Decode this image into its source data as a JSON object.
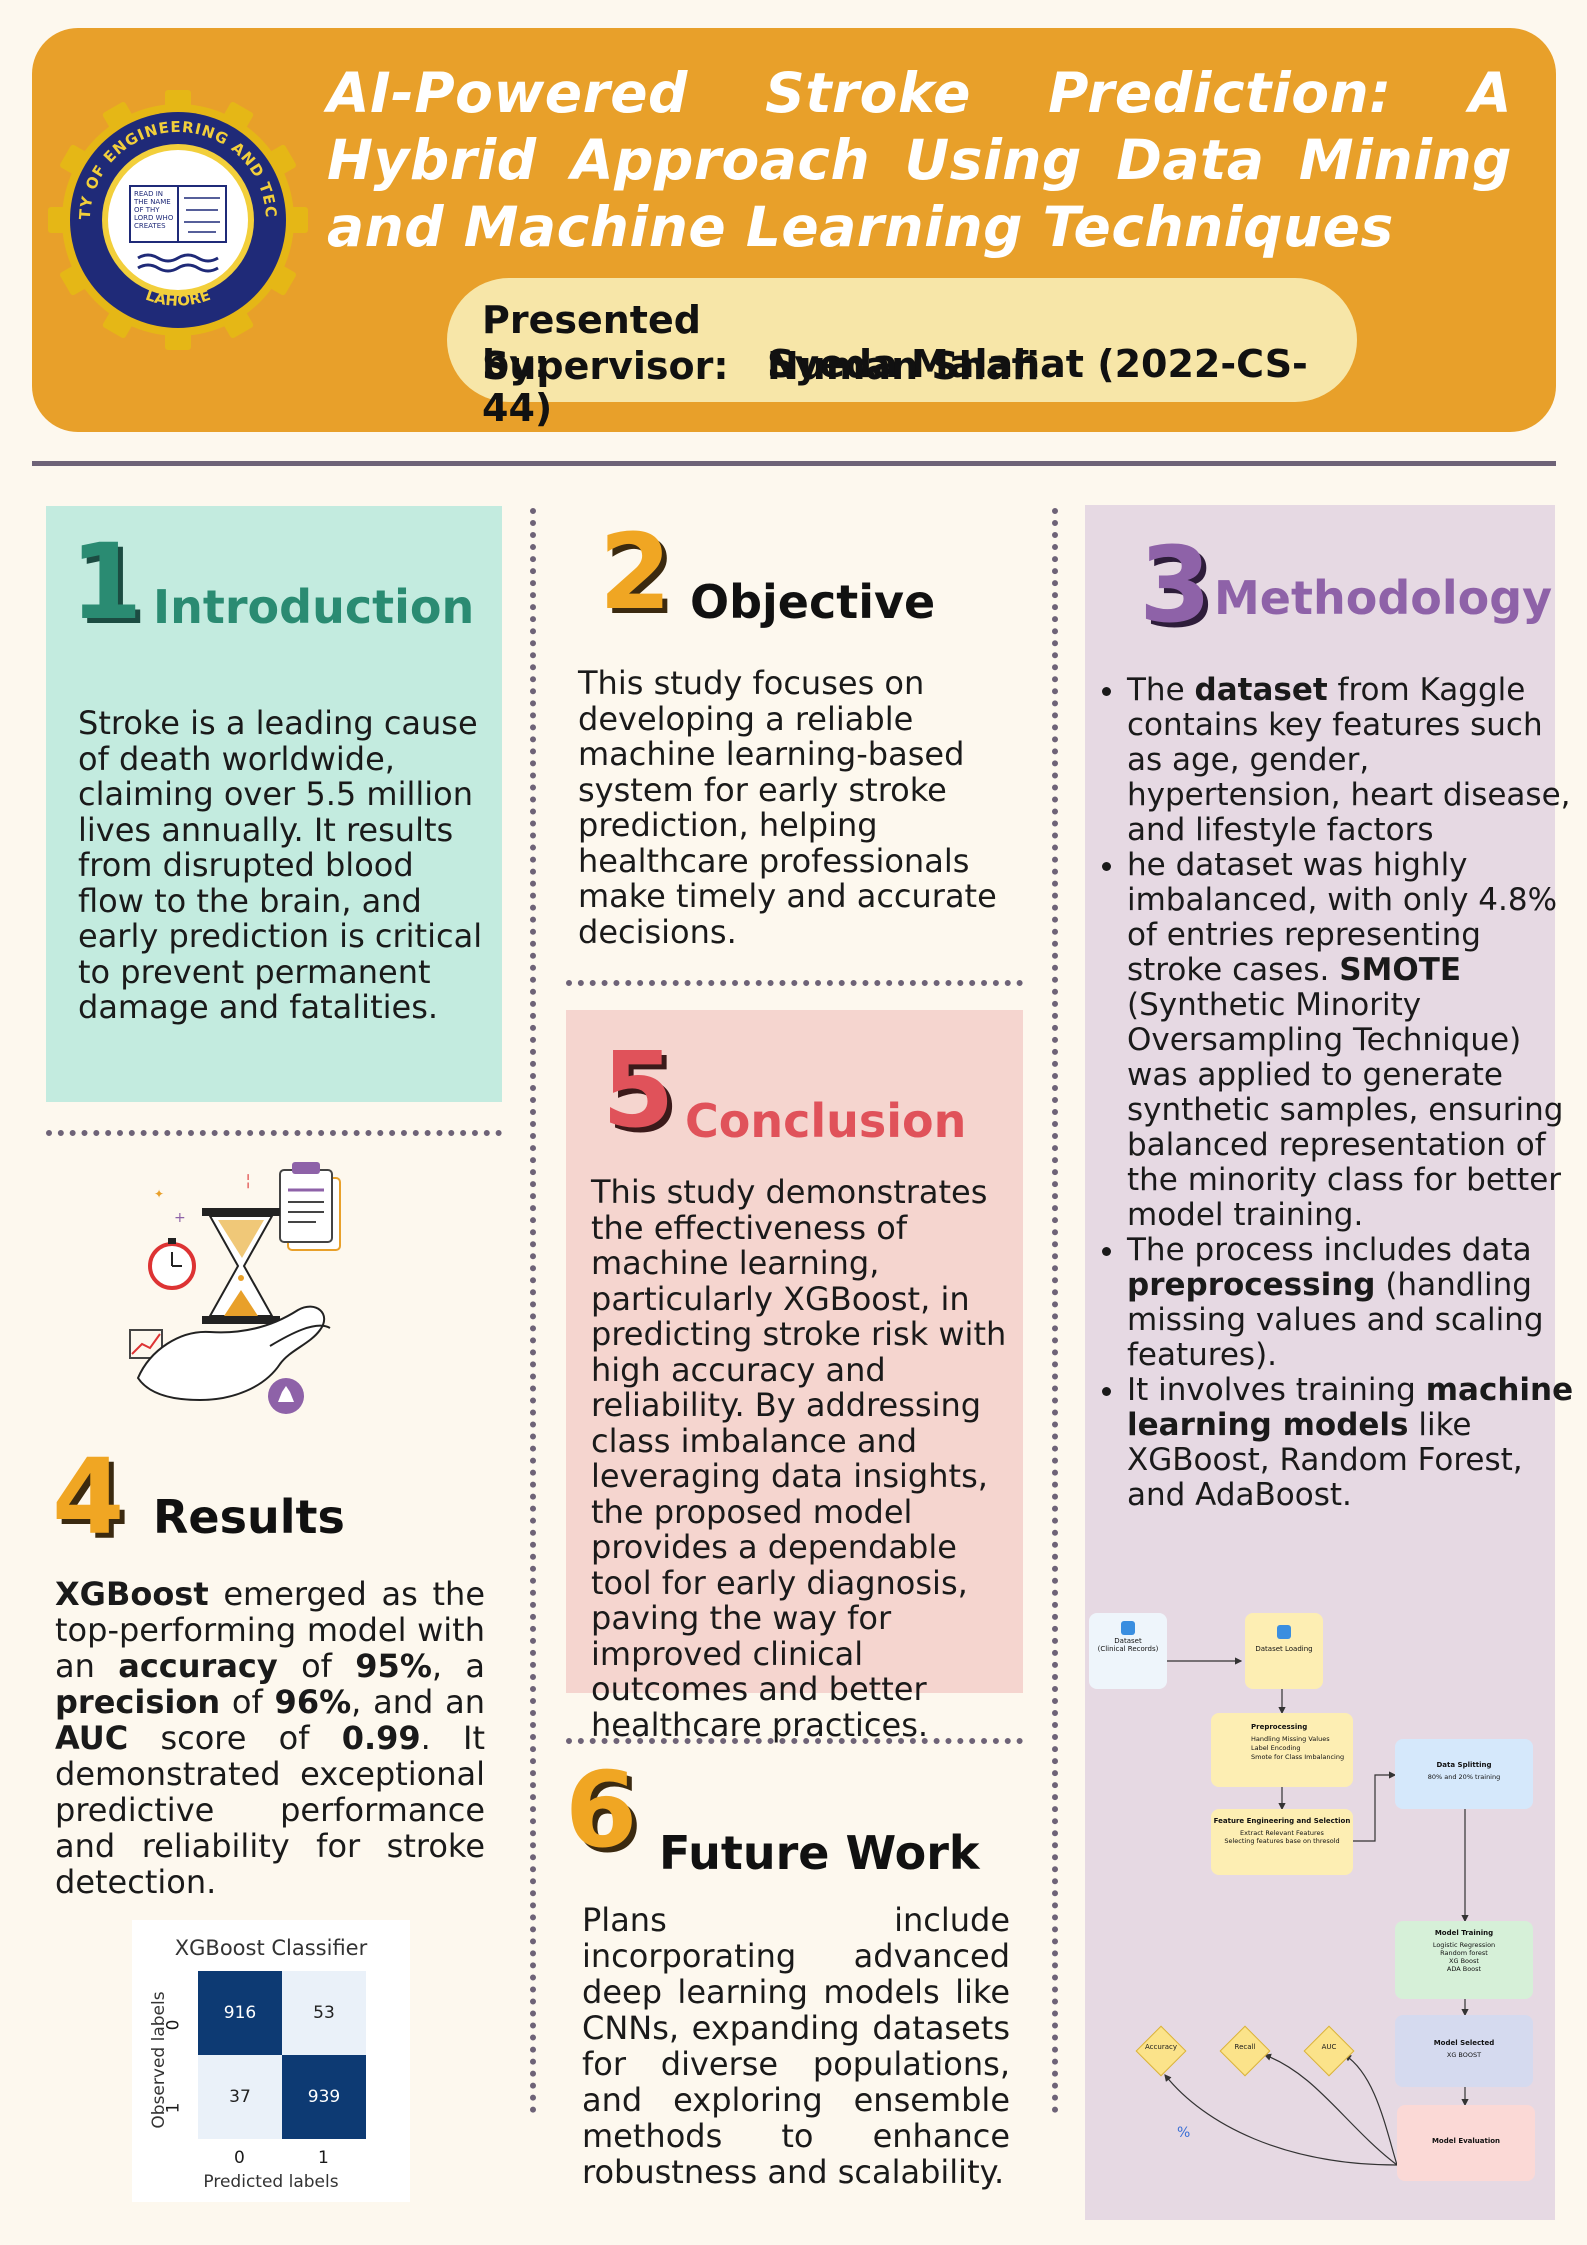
{
  "header": {
    "title": "AI-Powered Stroke Prediction: A Hybrid Approach Using Data Mining and Machine Learning Techniques",
    "presented_label": "Presented by:",
    "presenter": "Syeda Malahat (2022-CS-44)",
    "supervisor_label": "Supervisor:",
    "supervisor": "Numan Shafi",
    "logo": {
      "outer_text_top": "UNIVERSITY OF ENGINEERING AND TECHNOLOGY",
      "outer_text_bottom": "LAHORE",
      "book_text": "READ IN THE NAME OF THY LORD WHO CREATES"
    }
  },
  "introduction": {
    "number": "1",
    "heading": "Introduction",
    "body": "Stroke is a leading cause of death worldwide, claiming over 5.5 million lives annually. It results from disrupted blood flow to the brain, and early prediction is critical to prevent permanent damage and fatalities."
  },
  "objective": {
    "number": "2",
    "heading": "Objective",
    "body": " This study focuses on developing a reliable machine learning-based system for early stroke prediction, helping healthcare professionals make timely and accurate decisions."
  },
  "methodology": {
    "number": "3",
    "heading": "Methodology",
    "b1_pre": "The ",
    "b1_bold": "dataset",
    "b1_post": " from Kaggle contains key features such as age, gender, hypertension, heart disease, and lifestyle factors",
    "b2_pre": "he dataset was highly imbalanced, with only 4.8% of entries representing stroke cases. ",
    "b2_bold": "SMOTE",
    "b2_post": " (Synthetic Minority Oversampling Technique) was applied to generate synthetic samples, ensuring balanced representation of the minority class for better model training.",
    "b3_pre": "The process includes data ",
    "b3_bold": "preprocessing",
    "b3_post": " (handling missing values and scaling features).",
    "b4_pre": "It involves training ",
    "b4_bold": "machine learning models",
    "b4_post": " like XGBoost, Random Forest, and AdaBoost.",
    "flow": {
      "dataset": "Dataset\n(Clinical Records)",
      "loading": "Dataset Loading",
      "pre_title": "Preprocessing",
      "pre_items": [
        "Handling Missing Values",
        "Label Encoding",
        "Smote for Class Imbalancing"
      ],
      "fe_title": "Feature Engineering and Selection",
      "fe_items": [
        "Extract Relevant Features",
        "Selecting features base on thresold"
      ],
      "split_title": "Data Splitting",
      "split_sub": "80% and 20% training",
      "train_title": "Model Training",
      "train_items": [
        "Logistic Regression",
        "Random forest",
        "XG Boost",
        "ADA Boost"
      ],
      "selected_title": "Model Selected",
      "selected_sub": "XG BOOST",
      "eval_title": "Model Evaluation",
      "metrics": [
        "Accuracy",
        "Recall",
        "AUC"
      ]
    }
  },
  "results": {
    "number": "4",
    "heading": "Results",
    "b_xgb": "XGBoost",
    "t1": " emerged as the top-performing model with an ",
    "b_acc": "accuracy",
    "t2": " of ",
    "b_acc_v": "95%",
    "t3": ", a ",
    "b_prec": "precision",
    "t4": " of ",
    "b_prec_v": "96%",
    "t5": ", and an ",
    "b_auc": "AUC",
    "t6": " score of ",
    "b_auc_v": "0.99",
    "t7": ". It demonstrated exceptional predictive performance and reliability for stroke detection."
  },
  "confusion_matrix": {
    "title": "XGBoost Classifier",
    "xlabel": "Predicted labels",
    "ylabel": "Observed labels",
    "labels": [
      "0",
      "1"
    ],
    "cells": [
      [
        "916",
        "53"
      ],
      [
        "37",
        "939"
      ]
    ],
    "dark_color": "#0d3a73",
    "light_color": "#eaf1f9"
  },
  "conclusion": {
    "number": "5",
    "heading": "Conclusion",
    "body": "This study demonstrates the effectiveness of machine learning, particularly XGBoost, in predicting stroke risk with high accuracy and reliability. By addressing class imbalance and leveraging data insights, the proposed model provides a dependable tool for early diagnosis, paving the way for improved clinical outcomes and better healthcare practices."
  },
  "future_work": {
    "number": "6",
    "heading": "Future Work",
    "body": "Plans include incorporating advanced deep learning models like CNNs, expanding datasets for diverse populations, and exploring ensemble methods to enhance robustness and scalability."
  },
  "colors": {
    "header_bg": "#e8a02a",
    "presenter_bg": "#f7e6a8",
    "intro_bg": "#c3ebdf",
    "intro_accent": "#2a8b72",
    "conclusion_bg": "#f5d5cf",
    "conclusion_accent": "#e0525a",
    "methodology_bg": "#e6d9e3",
    "methodology_accent": "#8e62a8",
    "number_gold": "#f0a623"
  }
}
